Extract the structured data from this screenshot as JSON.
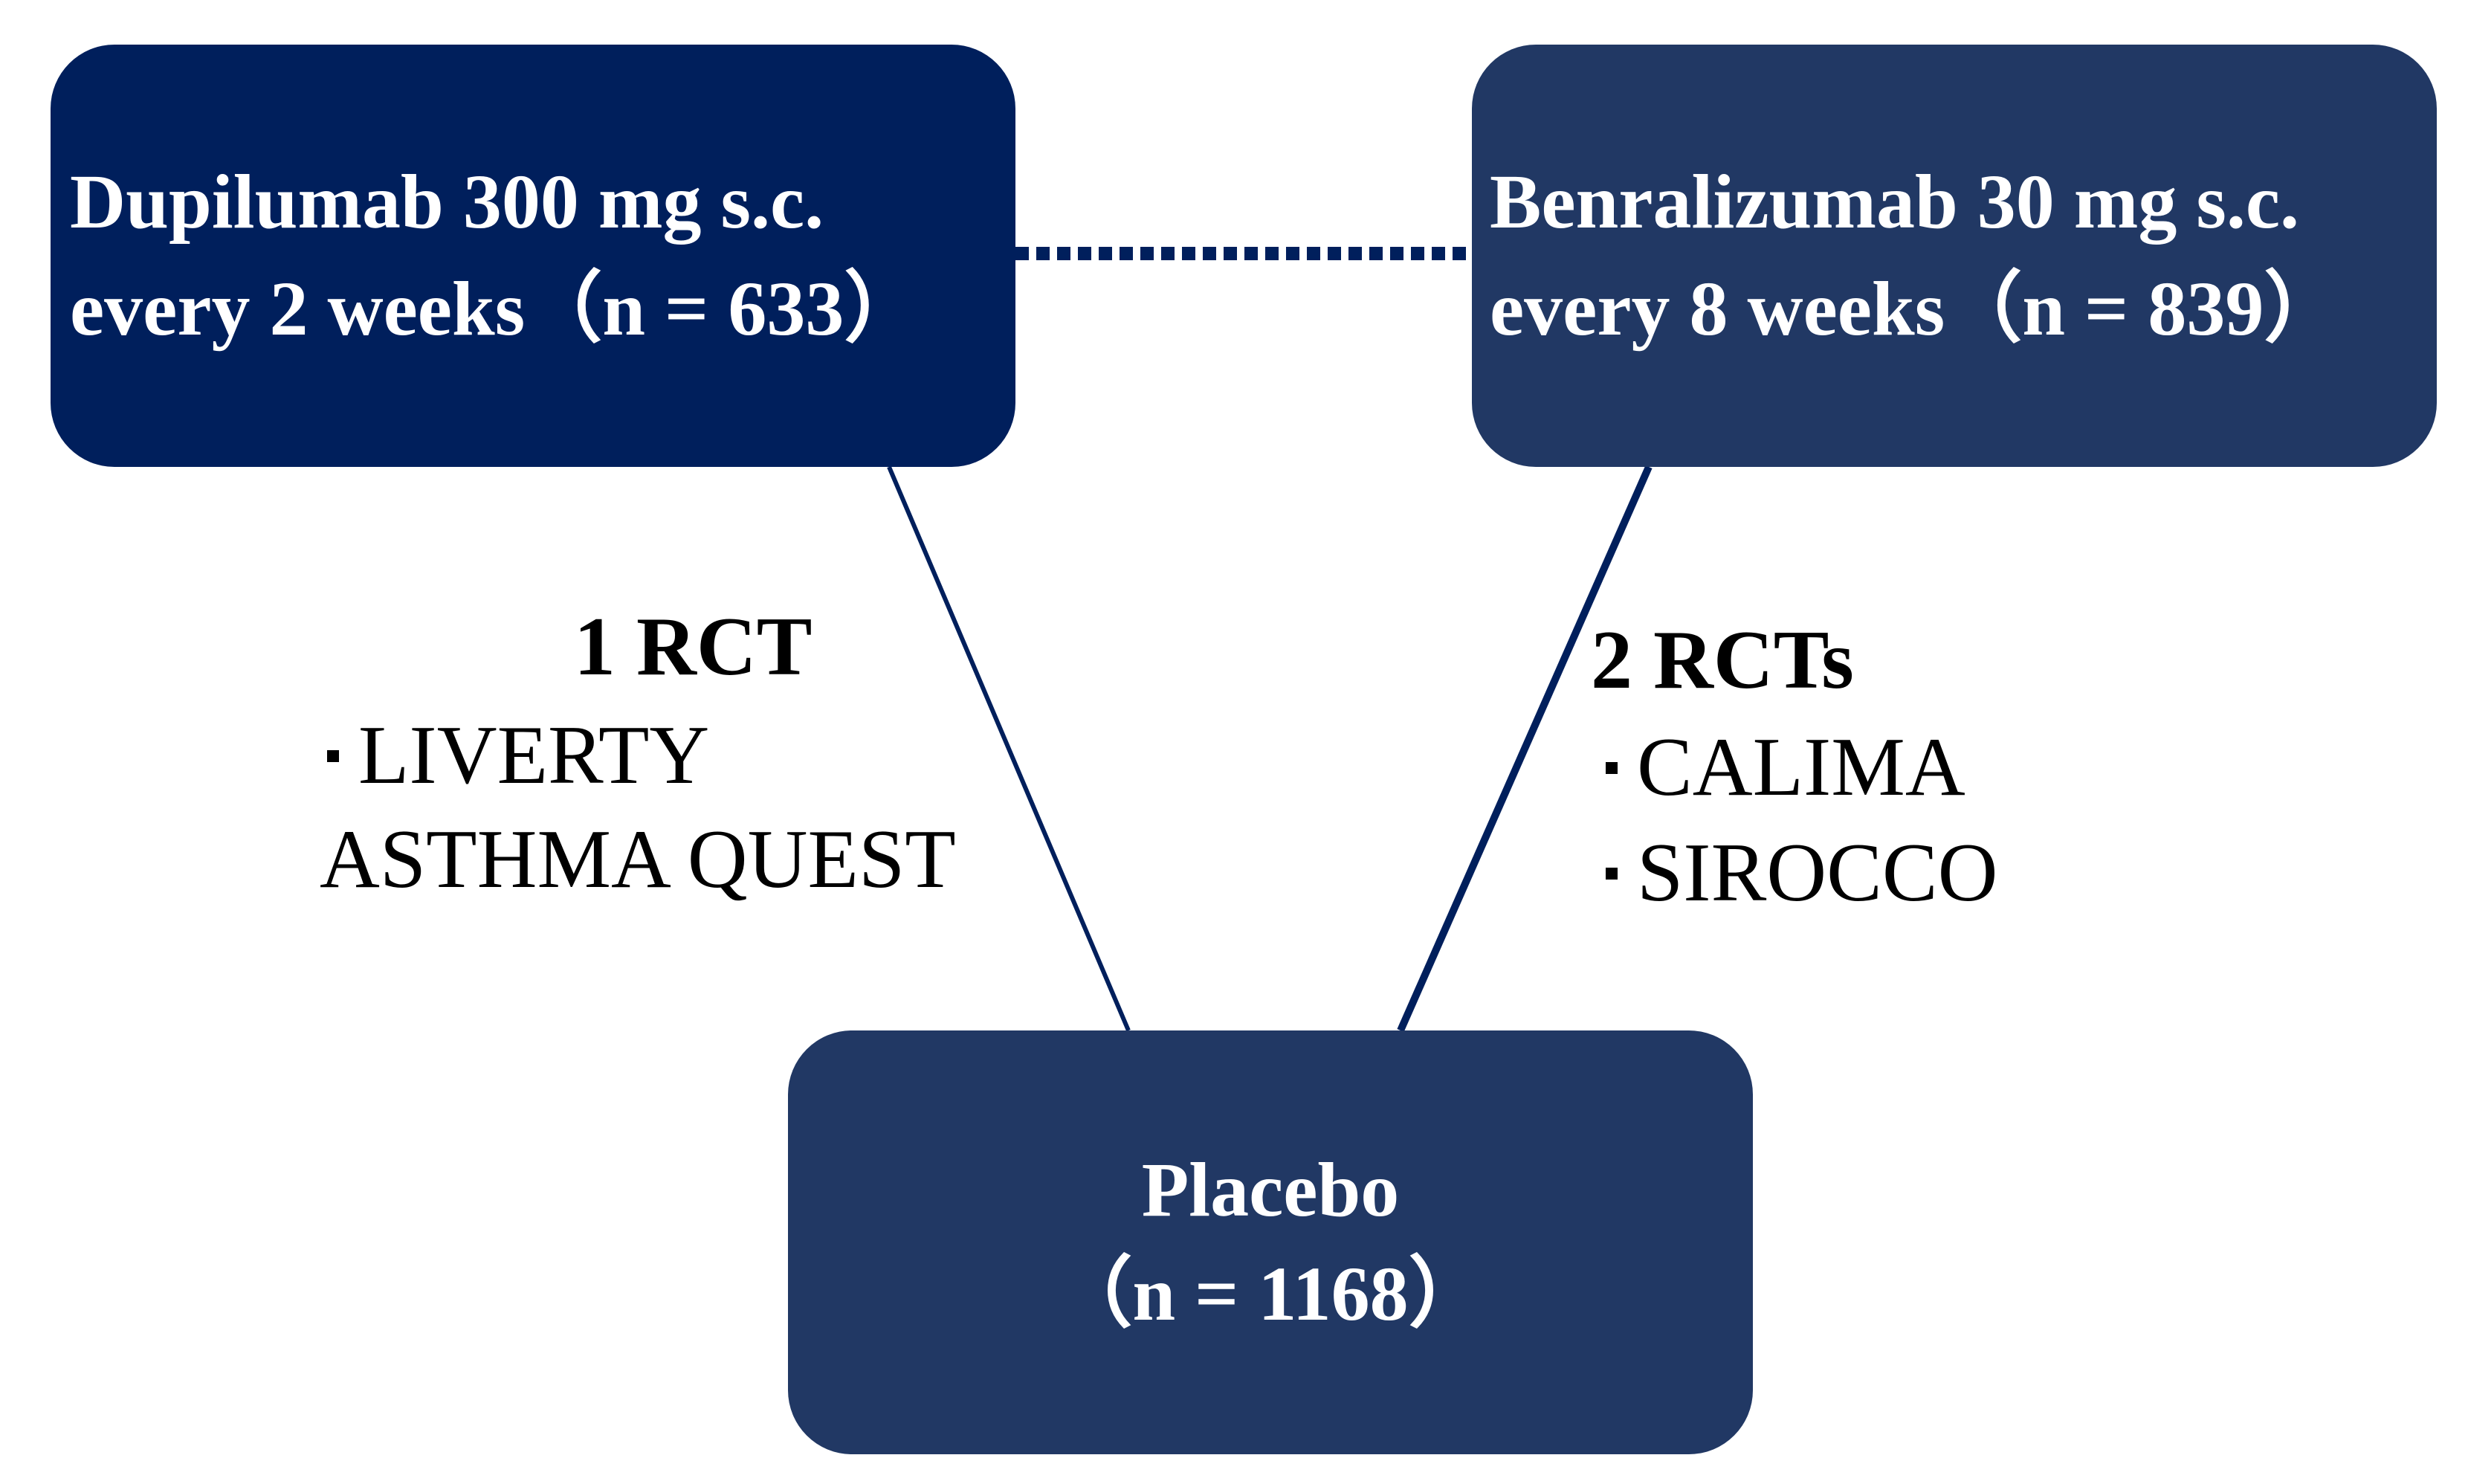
{
  "colors": {
    "dupilumab_fill": "#001F5C",
    "benralizumab_fill": "#213864",
    "placebo_fill": "#213864",
    "edge": "#001F5C",
    "text_on_node": "#FFFFFF",
    "label_text": "#000000"
  },
  "nodes": {
    "dupilumab": {
      "line1": "Dupilumab 300 mg s.c.",
      "line2": "every 2 weeks（n = 633）"
    },
    "benralizumab": {
      "line1": "Benralizumab 30 mg s.c.",
      "line2": "every 8 weeks（n = 839）"
    },
    "placebo": {
      "line1": "Placebo",
      "line2": "（n = 1168）"
    }
  },
  "edges": {
    "dupilumab_placebo": {
      "title": "1 RCT",
      "trials": [
        "LIVERTY",
        "ASTHMA QUEST"
      ]
    },
    "benralizumab_placebo": {
      "title": "2 RCTs",
      "trials": [
        "CALIMA",
        "SIROCCO"
      ]
    },
    "dupilumab_benralizumab": {
      "style": "dotted"
    }
  }
}
